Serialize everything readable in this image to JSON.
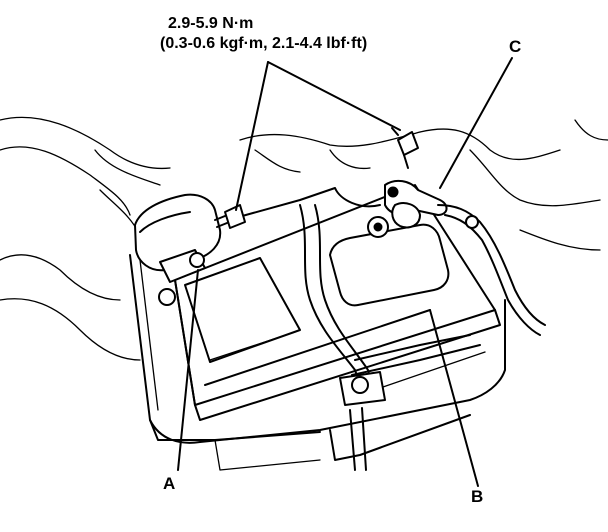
{
  "torque_spec": {
    "line1": "2.9-5.9 N·m",
    "line2": "(0.3-0.6 kgf·m, 2.1-4.4 lbf·ft)"
  },
  "callouts": {
    "a": "A",
    "b": "B",
    "c": "C"
  },
  "colors": {
    "ink": "#000000",
    "paper": "#ffffff"
  }
}
